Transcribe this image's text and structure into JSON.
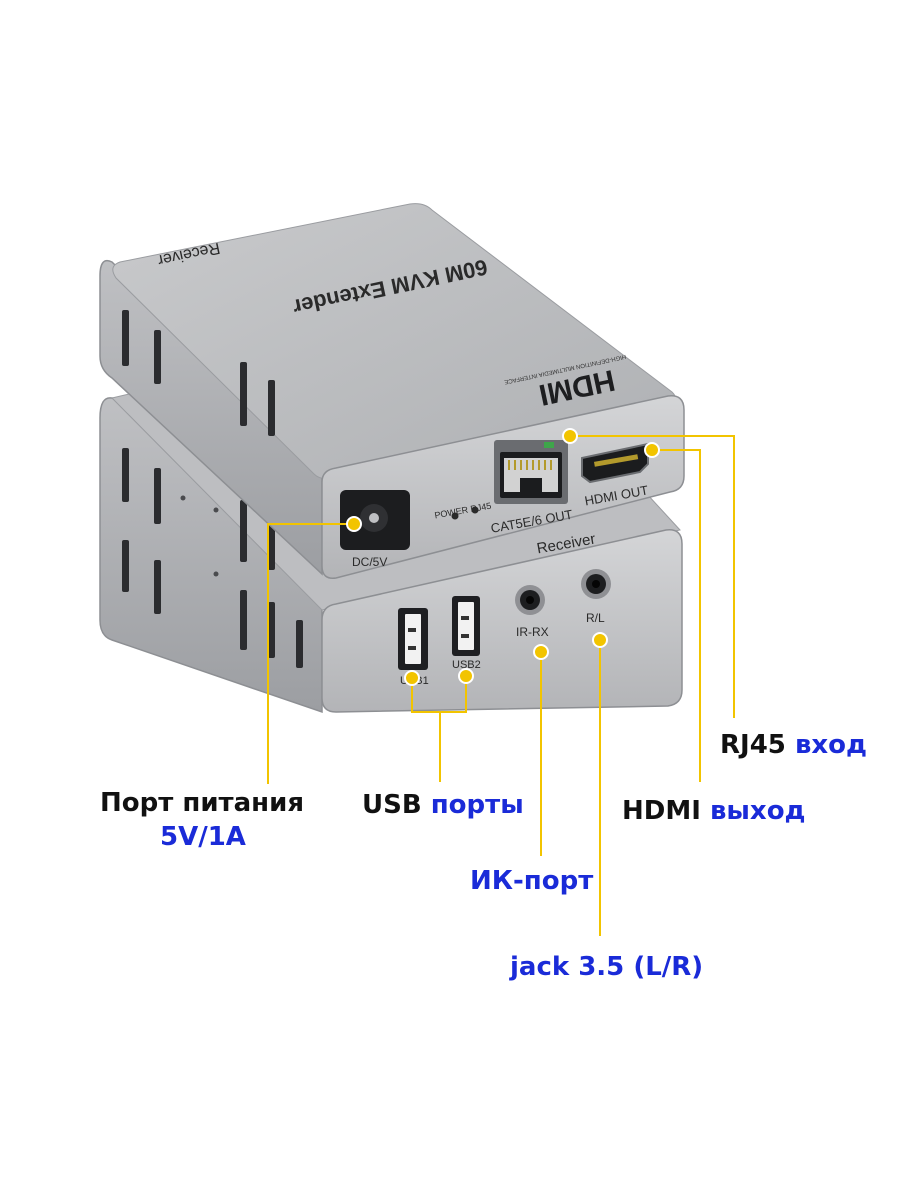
{
  "colors": {
    "callout": "#f2c400",
    "label_dark": "#111111",
    "label_blue": "#1a2bd8",
    "device_body": "#b8b9bc"
  },
  "device_top": {
    "side_label": "Receiver",
    "model": "60M KVM Extender",
    "brand_logo": "HDMI",
    "brand_tagline": "HIGH-DEFINITION MULTIMEDIA INTERFACE",
    "power_port_label": "DC/5V",
    "led_label": "POWER RJ45",
    "rj45_label": "CAT5E/6 OUT",
    "hdmi_label": "HDMI OUT"
  },
  "device_bottom": {
    "top_label": "Receiver",
    "usb1_label": "USB1",
    "usb2_label": "USB2",
    "ir_label": "IR-RX",
    "audio_label": "R/L"
  },
  "callouts": {
    "power": {
      "line1": "Порт питания",
      "line2": "5V/1A"
    },
    "usb": {
      "part1": "USB",
      "part2": "порты"
    },
    "hdmi": {
      "part1": "HDMI",
      "part2": "выход"
    },
    "rj45": {
      "part1": "RJ45",
      "part2": "вход"
    },
    "ir": {
      "text": "ИК-порт"
    },
    "jack": {
      "text": "jack 3.5 (L/R)"
    }
  }
}
